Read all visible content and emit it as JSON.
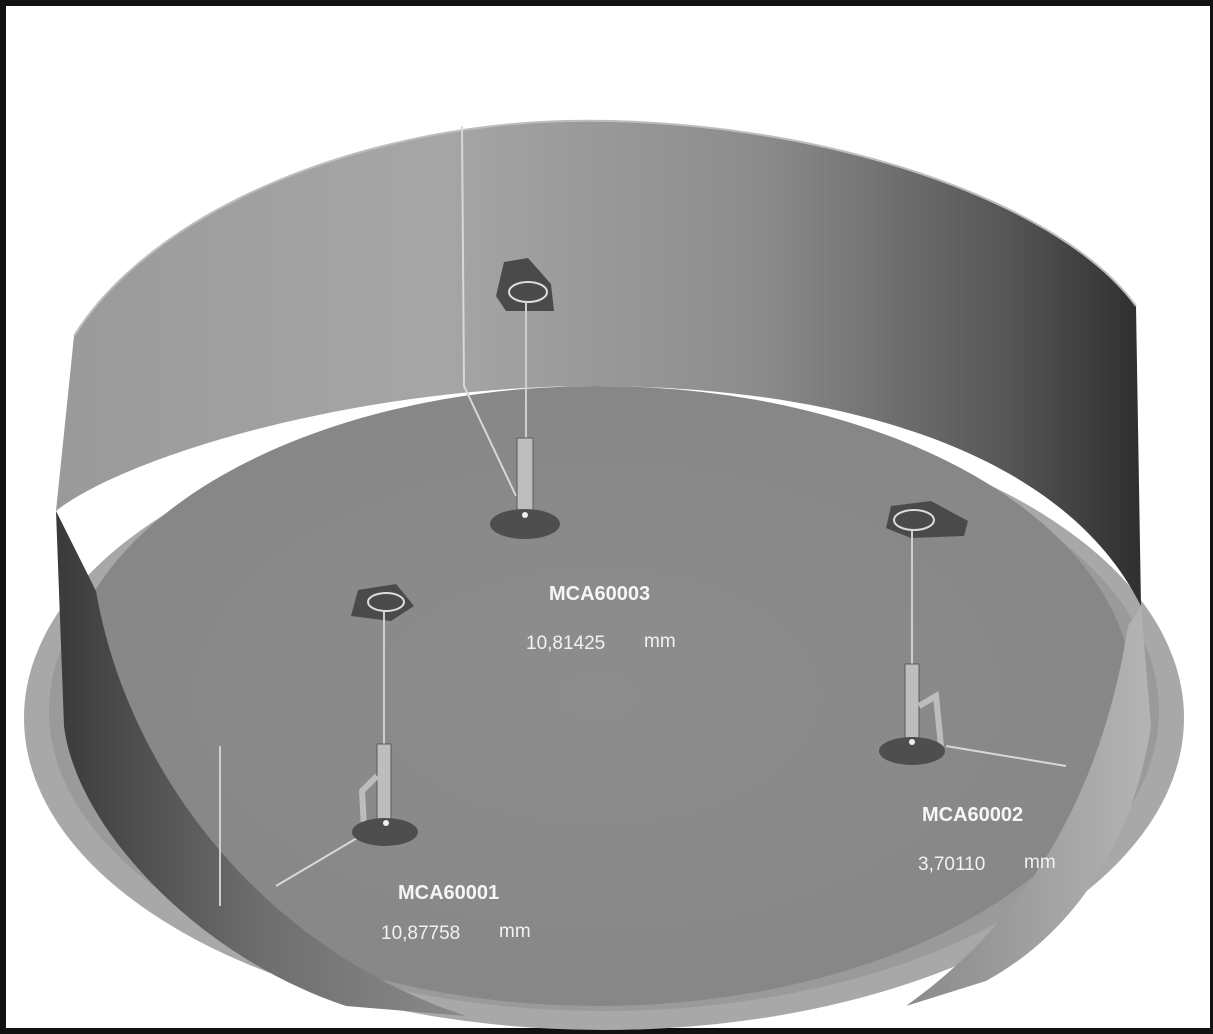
{
  "sensors": [
    {
      "id": "MCA60003",
      "value": "10,81425",
      "unit": "mm"
    },
    {
      "id": "MCA60002",
      "value": "3,70110",
      "unit": "mm"
    },
    {
      "id": "MCA60001",
      "value": "10,87758",
      "unit": "mm"
    }
  ],
  "colors": {
    "frame": "#111111",
    "floor": "#8a8a8a",
    "rim": "#a9a9a9",
    "wall_light": "#a6a6a6",
    "wall_dark": "#2a2a2a",
    "label": "#f6f6f6"
  }
}
